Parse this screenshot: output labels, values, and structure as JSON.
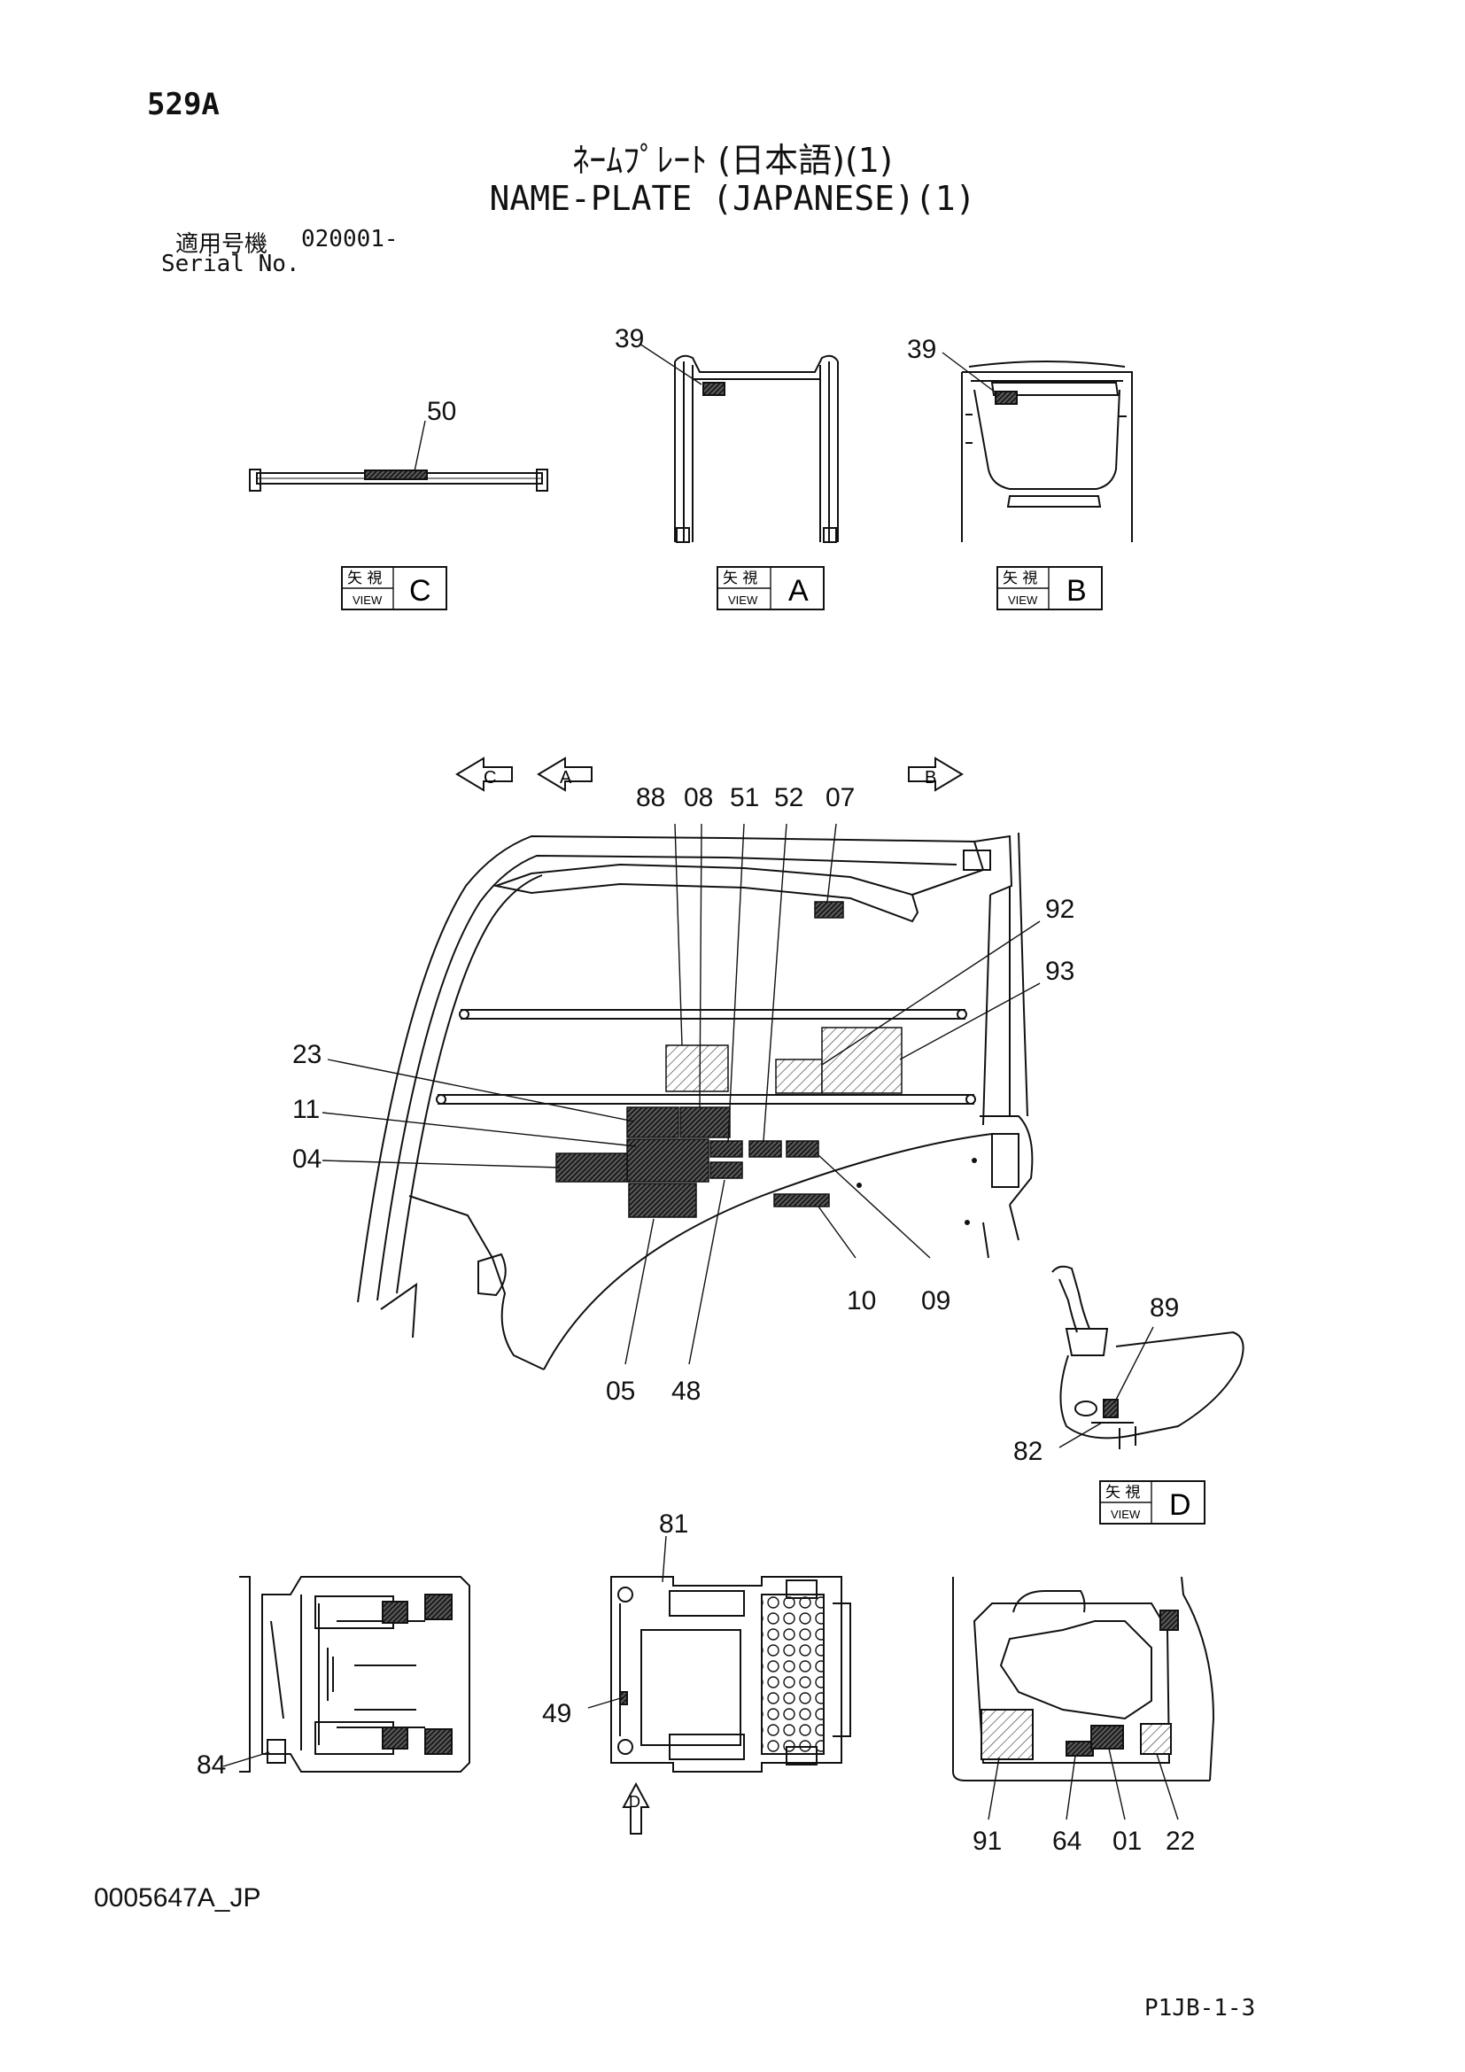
{
  "header": {
    "page_no": "529A",
    "title_jp": "ﾈｰﾑﾌﾟﾚｰﾄ (日本語)(1)",
    "title_en": "NAME-PLATE (JAPANESE)(1)",
    "serial_label_jp": "適用号機",
    "serial_value": "020001-",
    "serial_label_en": "Serial No."
  },
  "view_labels": {
    "kanji": "矢 視",
    "view_word": "VIEW",
    "C": "C",
    "A": "A",
    "B": "B",
    "D": "D"
  },
  "arrows": {
    "c": "C",
    "a": "A",
    "b": "B",
    "d": "D"
  },
  "callouts": {
    "c50": "50",
    "c39a": "39",
    "c39b": "39",
    "c88": "88",
    "c08": "08",
    "c51": "51",
    "c52": "52",
    "c07": "07",
    "c92": "92",
    "c93": "93",
    "c23": "23",
    "c11": "11",
    "c04": "04",
    "c10": "10",
    "c09": "09",
    "c05": "05",
    "c48": "48",
    "c89": "89",
    "c82": "82",
    "c81": "81",
    "c49": "49",
    "c84": "84",
    "c91": "91",
    "c64": "64",
    "c01": "01",
    "c22": "22"
  },
  "footer": {
    "drawing_no": "0005647A_JP",
    "page_ref": "P1JB-1-3"
  }
}
